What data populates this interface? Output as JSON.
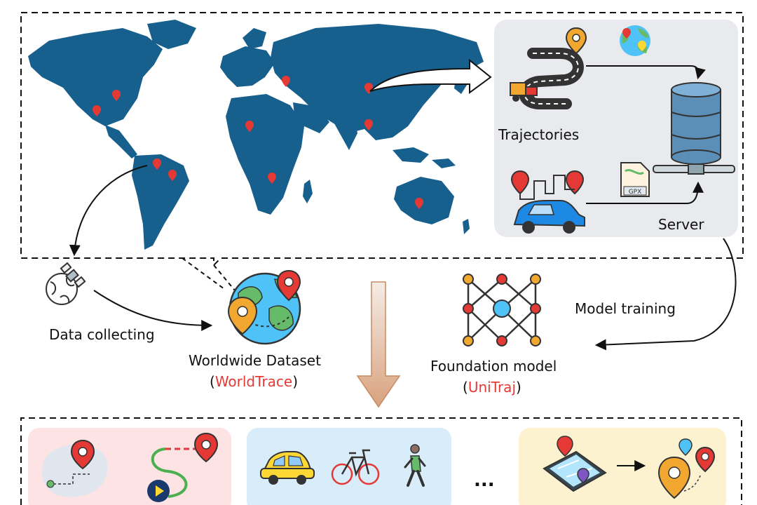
{
  "labels": {
    "trajectories": "Trajectories",
    "server": "Server",
    "gpx_badge": "GPX",
    "data_collecting": "Data collecting",
    "model_training": "Model training",
    "dataset_title": "Worldwide Dataset",
    "dataset_name": "WorldTrace",
    "model_title": "Foundation model",
    "model_name": "UniTraj",
    "ellipsis": "...",
    "paren_open": "(",
    "paren_close": ")"
  },
  "colors": {
    "map": "#175f8c",
    "pin": "#e53935",
    "panel_server": "#e8eaed",
    "panel_pink": "#fde3e3",
    "panel_blue": "#d9ecf9",
    "panel_yellow": "#fdf2cf",
    "accent_red": "#e53935"
  },
  "icons": [
    "road-truck-icon",
    "globe-pin-icon",
    "database-server-icon",
    "route-car-icon",
    "gpx-file-icon",
    "satellite-icon",
    "world-dataset-icon",
    "neural-network-icon",
    "route-map-icon",
    "car-icon",
    "bicycle-icon",
    "walking-person-icon",
    "phone-map-icon",
    "location-pins-icon"
  ]
}
